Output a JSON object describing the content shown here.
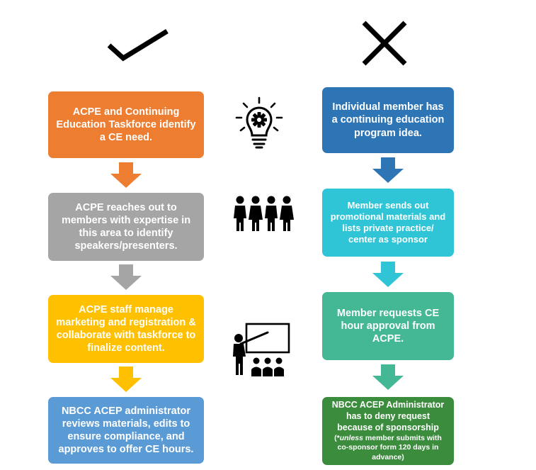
{
  "left_column": {
    "steps": [
      {
        "text": "ACPE and Continuing Education Taskforce identify a CE need.",
        "color": "#ed7d31"
      },
      {
        "text": "ACPE reaches out to members with expertise in this area to identify speakers/presenters.",
        "color": "#a5a5a5"
      },
      {
        "text": "ACPE staff manage marketing and registration & collaborate with taskforce to finalize content.",
        "color": "#ffc000"
      },
      {
        "text": "NBCC ACEP administrator reviews materials, edits to ensure compliance, and approves to offer CE hours.",
        "color": "#5b9bd5"
      }
    ]
  },
  "right_column": {
    "steps": [
      {
        "text": "Individual member has a continuing education program idea.",
        "color": "#2e75b6"
      },
      {
        "text": "Member sends out promotional materials and lists private practice/ center as sponsor",
        "color": "#2fc5d6"
      },
      {
        "text": "Member requests CE hour approval from ACPE.",
        "color": "#44b894"
      },
      {
        "text": "NBCC ACEP Administrator has to deny request because of sponsorship",
        "color": "#3c8c3e",
        "note_prefix": "(*",
        "note_emphasis": "unless",
        "note_rest": "member submits with co-sponsor form 120 days in advance)"
      }
    ]
  },
  "icons": [
    "checkmark-icon",
    "x-mark-icon",
    "lightbulb-gear-icon",
    "group-of-people-icon",
    "presenter-icon"
  ]
}
